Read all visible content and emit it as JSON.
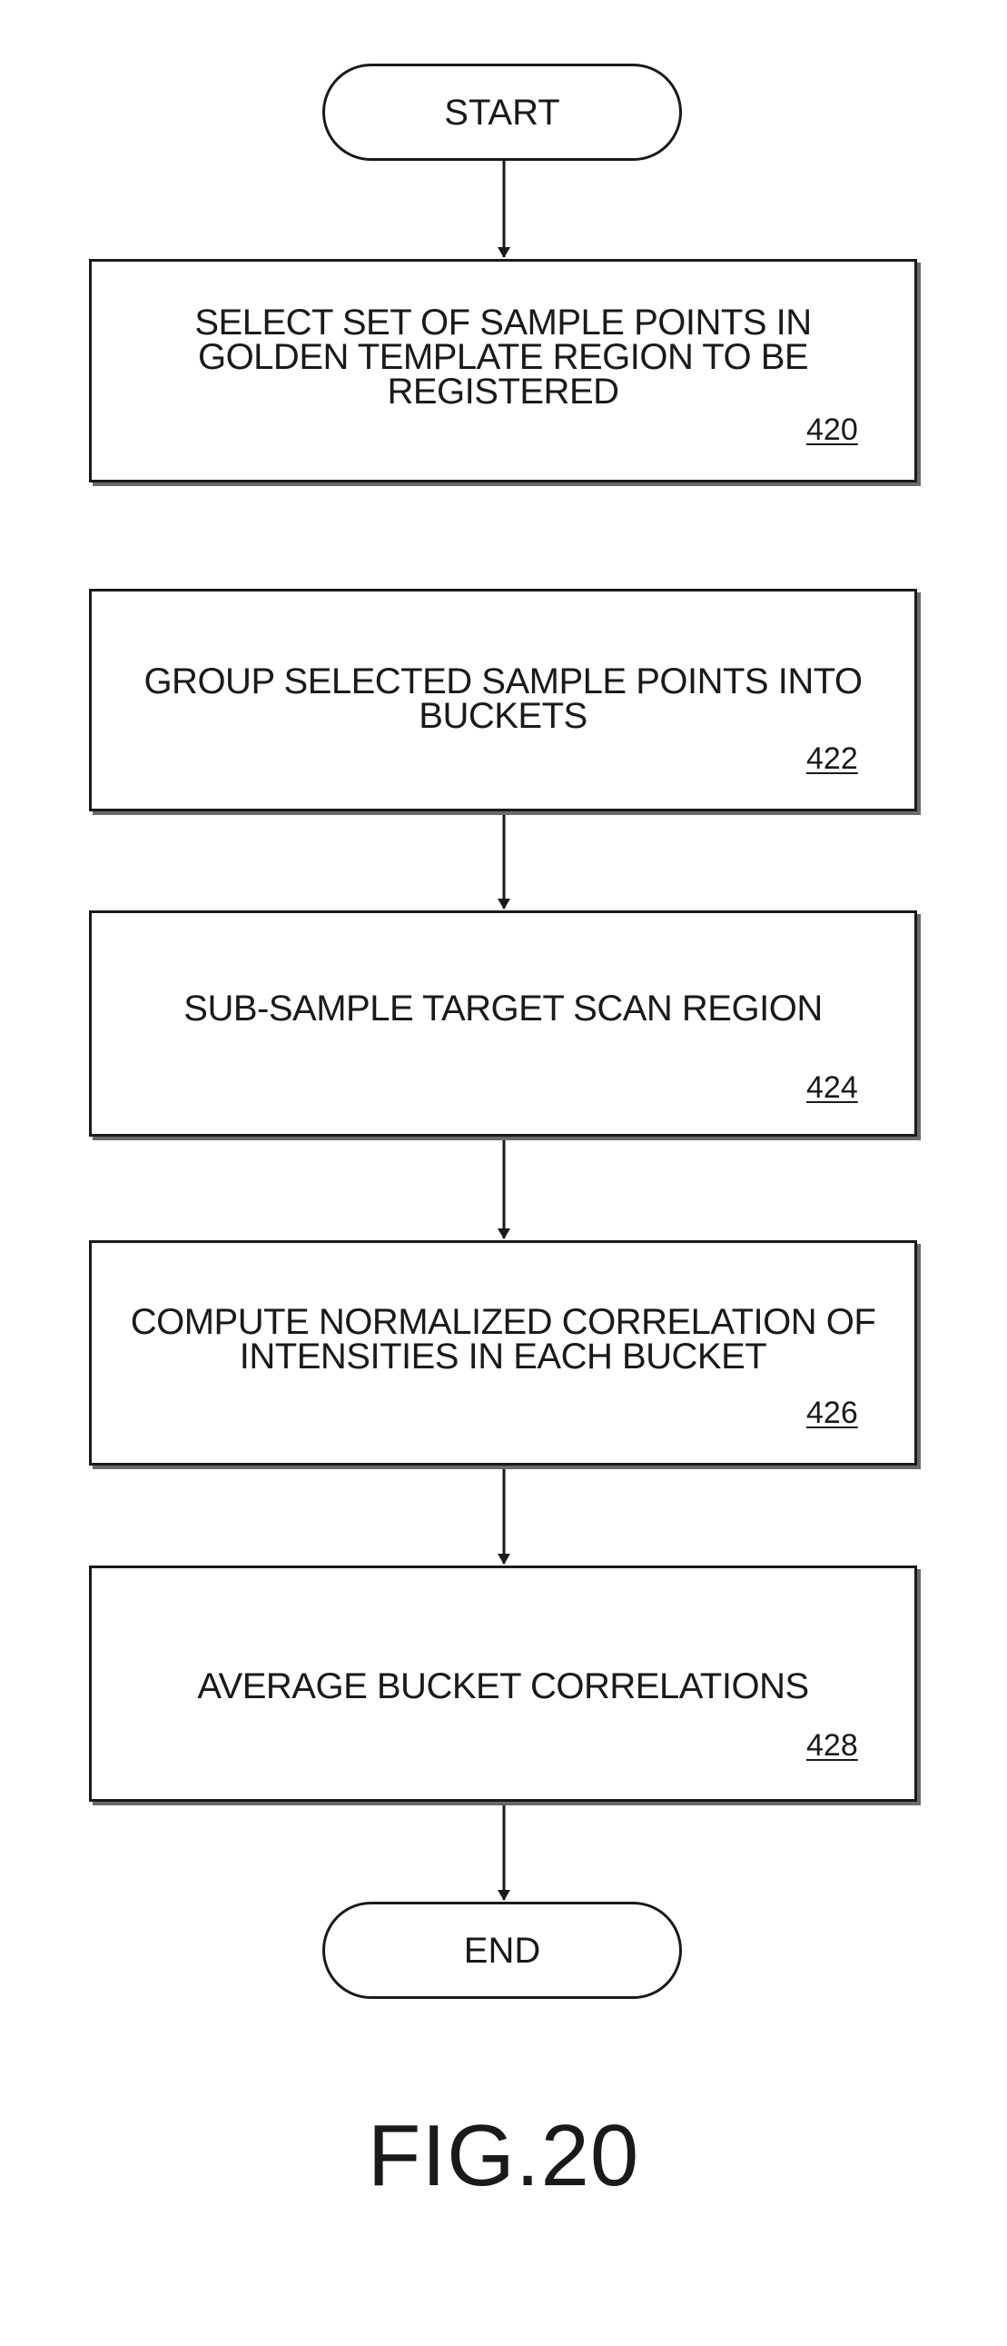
{
  "flowchart": {
    "start_label": "START",
    "end_label": "END",
    "steps": [
      {
        "text": "SELECT SET OF SAMPLE POINTS IN\nGOLDEN TEMPLATE REGION TO BE\nREGISTERED",
        "ref": "420"
      },
      {
        "text": "GROUP SELECTED SAMPLE POINTS INTO\nBUCKETS",
        "ref": "422"
      },
      {
        "text": "SUB-SAMPLE TARGET SCAN REGION",
        "ref": "424"
      },
      {
        "text": "COMPUTE NORMALIZED CORRELATION OF\nINTENSITIES IN EACH BUCKET",
        "ref": "426"
      },
      {
        "text": "AVERAGE BUCKET CORRELATIONS",
        "ref": "428"
      }
    ],
    "connections": [
      {
        "from": "START",
        "to": "420"
      },
      {
        "from": "422",
        "to": "424"
      },
      {
        "from": "424",
        "to": "426"
      },
      {
        "from": "426",
        "to": "428"
      },
      {
        "from": "428",
        "to": "END"
      }
    ]
  },
  "figure_label": "FIG.20"
}
